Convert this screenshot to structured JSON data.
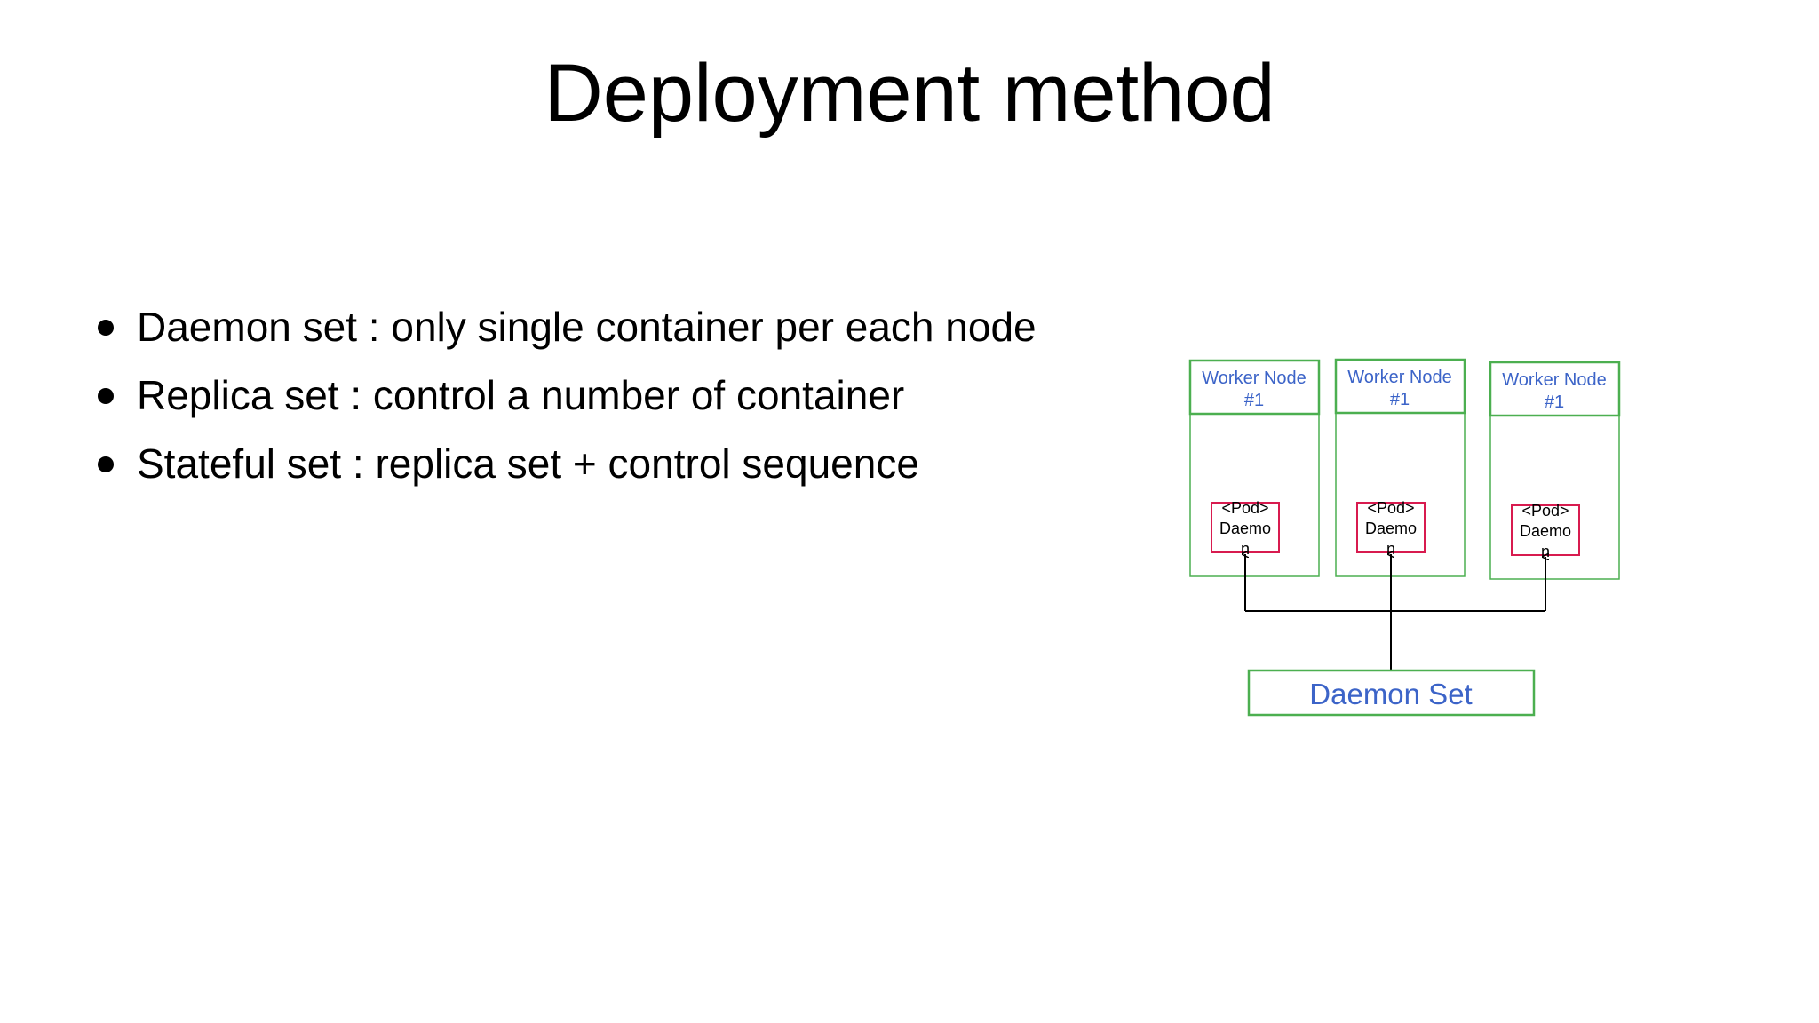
{
  "title": "Deployment method",
  "bullets": [
    "Daemon set : only single container per each node",
    "Replica set : control a number of container",
    "Stateful set : replica set + control sequence"
  ],
  "diagram": {
    "nodes": [
      {
        "label_line1": "Worker Node",
        "label_line2": "#1",
        "pod_line1": "<Pod>",
        "pod_line2": "Daemo",
        "pod_line3": "n"
      },
      {
        "label_line1": "Worker Node",
        "label_line2": "#1",
        "pod_line1": "<Pod>",
        "pod_line2": "Daemo",
        "pod_line3": "n"
      },
      {
        "label_line1": "Worker Node",
        "label_line2": "#1",
        "pod_line1": "<Pod>",
        "pod_line2": "Daemo",
        "pod_line3": "n"
      }
    ],
    "controller_label": "Daemon Set",
    "colors": {
      "node_border": "#4caf50",
      "node_text": "#3c64c8",
      "pod_border": "#d81b4f",
      "connector": "#000000"
    }
  }
}
